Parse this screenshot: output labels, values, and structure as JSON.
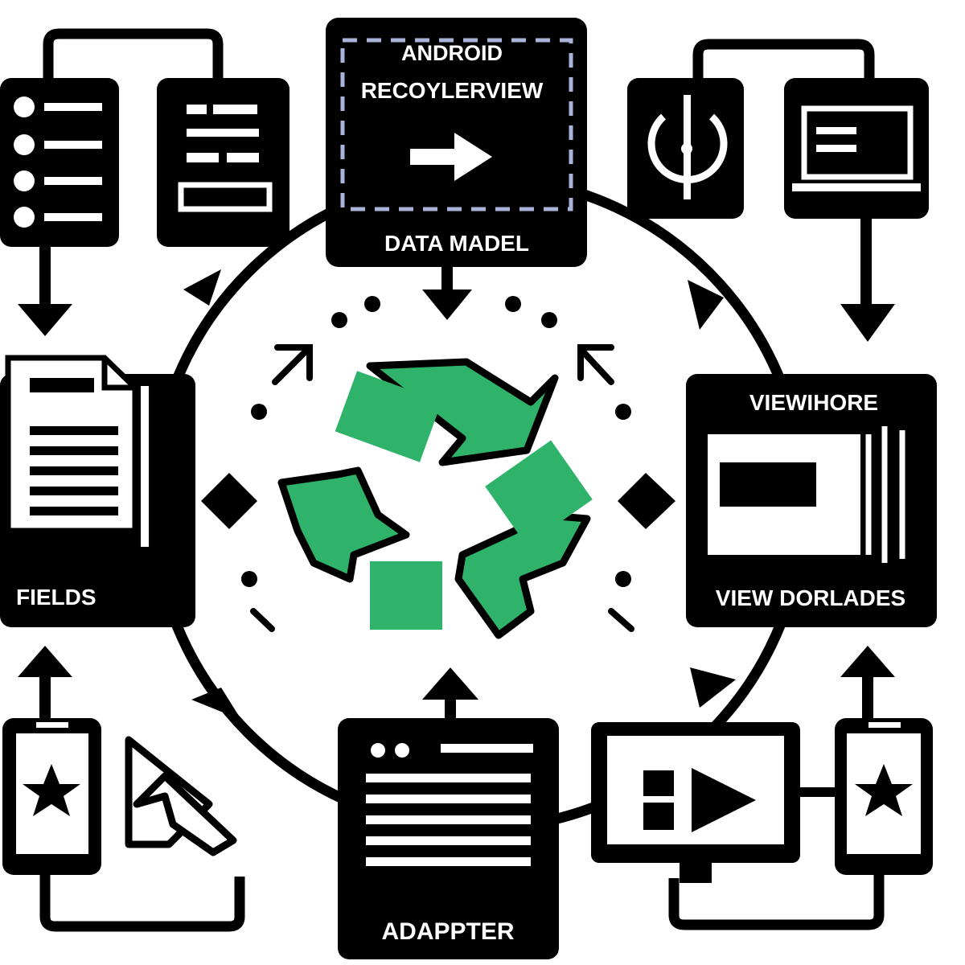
{
  "diagram": {
    "top_box": {
      "title_line1": "ANDROID",
      "title_line2": "RECOYLERVIEW",
      "caption": "DATA MADEL"
    },
    "left_box": {
      "caption": "FIELDS"
    },
    "right_box": {
      "title": "VIEWIHORE",
      "caption": "VIEW DORLADES"
    },
    "bottom_box": {
      "caption": "ADAPPTER"
    },
    "colors": {
      "ink": "#000000",
      "paper": "#ffffff",
      "accent_green": "#2fb36b",
      "dashed_frame": "#aab4d8"
    },
    "icons": [
      "list-icon",
      "form-icon",
      "play-arrow-icon",
      "power-icon",
      "window-icon",
      "document-icon",
      "screens-icon",
      "phone-star-icon",
      "page-curl-icon",
      "browser-window-icon",
      "monitor-play-icon",
      "recycle-icon"
    ]
  }
}
